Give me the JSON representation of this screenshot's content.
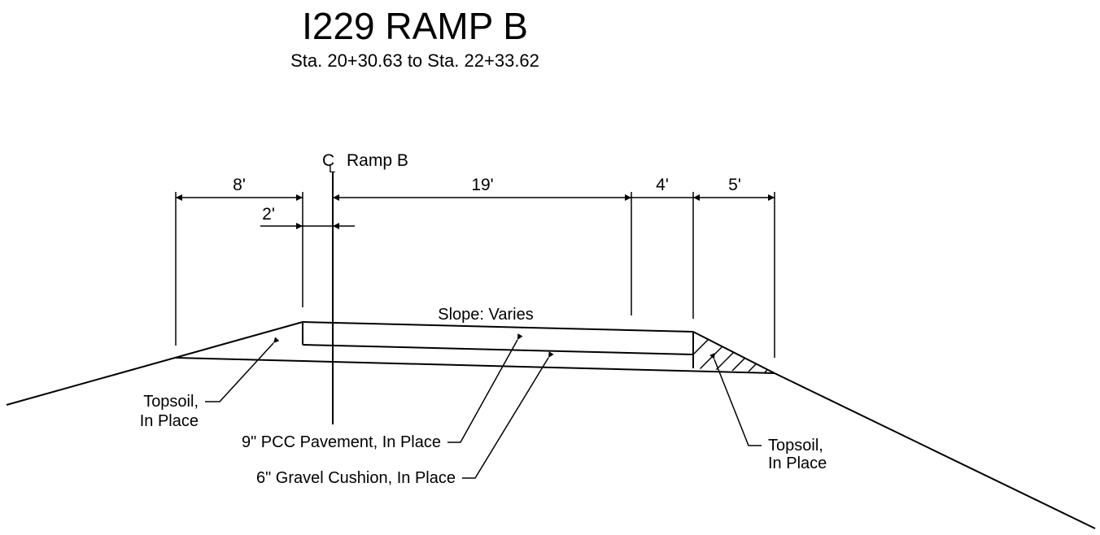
{
  "drawing": {
    "title": "I229 RAMP B",
    "subtitle": "Sta. 20+30.63 to Sta. 22+33.62",
    "centerline_symbol": "C",
    "centerline_sub": "L",
    "centerline_label": "Ramp B"
  },
  "dimensions": {
    "left_width": "8'",
    "offset": "2'",
    "main_width": "19'",
    "shoulder": "4'",
    "outer": "5'"
  },
  "annotations": {
    "slope": "Slope: Varies",
    "topsoil_left_line1": "Topsoil,",
    "topsoil_left_line2": "In Place",
    "pcc": "9\" PCC Pavement, In Place",
    "gravel": "6\" Gravel Cushion, In Place",
    "topsoil_right_line1": "Topsoil,",
    "topsoil_right_line2": "In Place"
  }
}
